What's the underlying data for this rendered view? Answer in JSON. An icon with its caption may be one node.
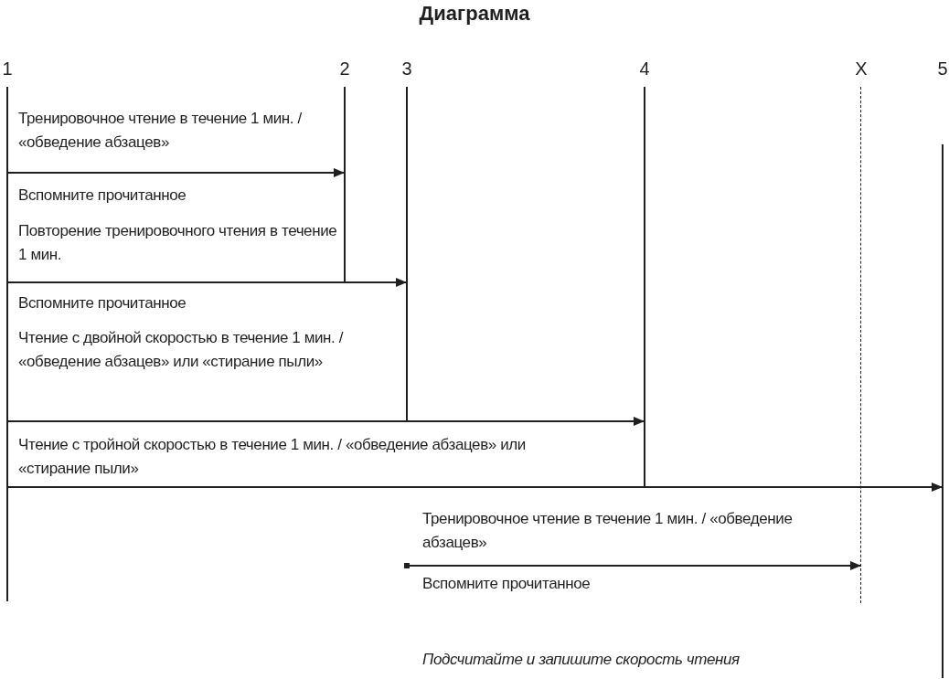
{
  "diagram": {
    "title": "Диаграмма",
    "nodes": [
      {
        "text": [
          "1"
        ]
      },
      {
        "text": [
          "2"
        ]
      },
      {
        "text": [
          "3"
        ]
      },
      {
        "text": [
          "4"
        ]
      },
      {
        "text": [
          "X"
        ]
      },
      {
        "text": [
          "5"
        ]
      }
    ],
    "edges": [
      {
        "from": 0,
        "to": 1,
        "arrow": "to"
      },
      {
        "from": 0,
        "to": 2,
        "arrow": "to"
      },
      {
        "from": 0,
        "to": 3,
        "arrow": "to"
      },
      {
        "from": 0,
        "to": 5,
        "arrow": "to"
      },
      {
        "from": null,
        "to": 4,
        "arrow": "to"
      }
    ],
    "labels": [
      "Тренировочное чтение в течение 1 мин. / «обведение абзацев»",
      "Вспомните прочитанное",
      "Повторение тренировочного чтения в течение 1 мин.",
      "Вспомните прочитанное",
      "Чтение с двойной скоростью в течение 1 мин. / «обведение абзацев» или «стирание пыли»",
      "Чтение с тройной скоростью в течение 1 мин. / «обведение абзацев» или «стирание пыли»",
      "Тренировочное чтение в течение 1 мин. / «обведение абзацев»",
      "Вспомните прочитанное",
      "Подсчитайте и запишите скорость чтения"
    ]
  }
}
